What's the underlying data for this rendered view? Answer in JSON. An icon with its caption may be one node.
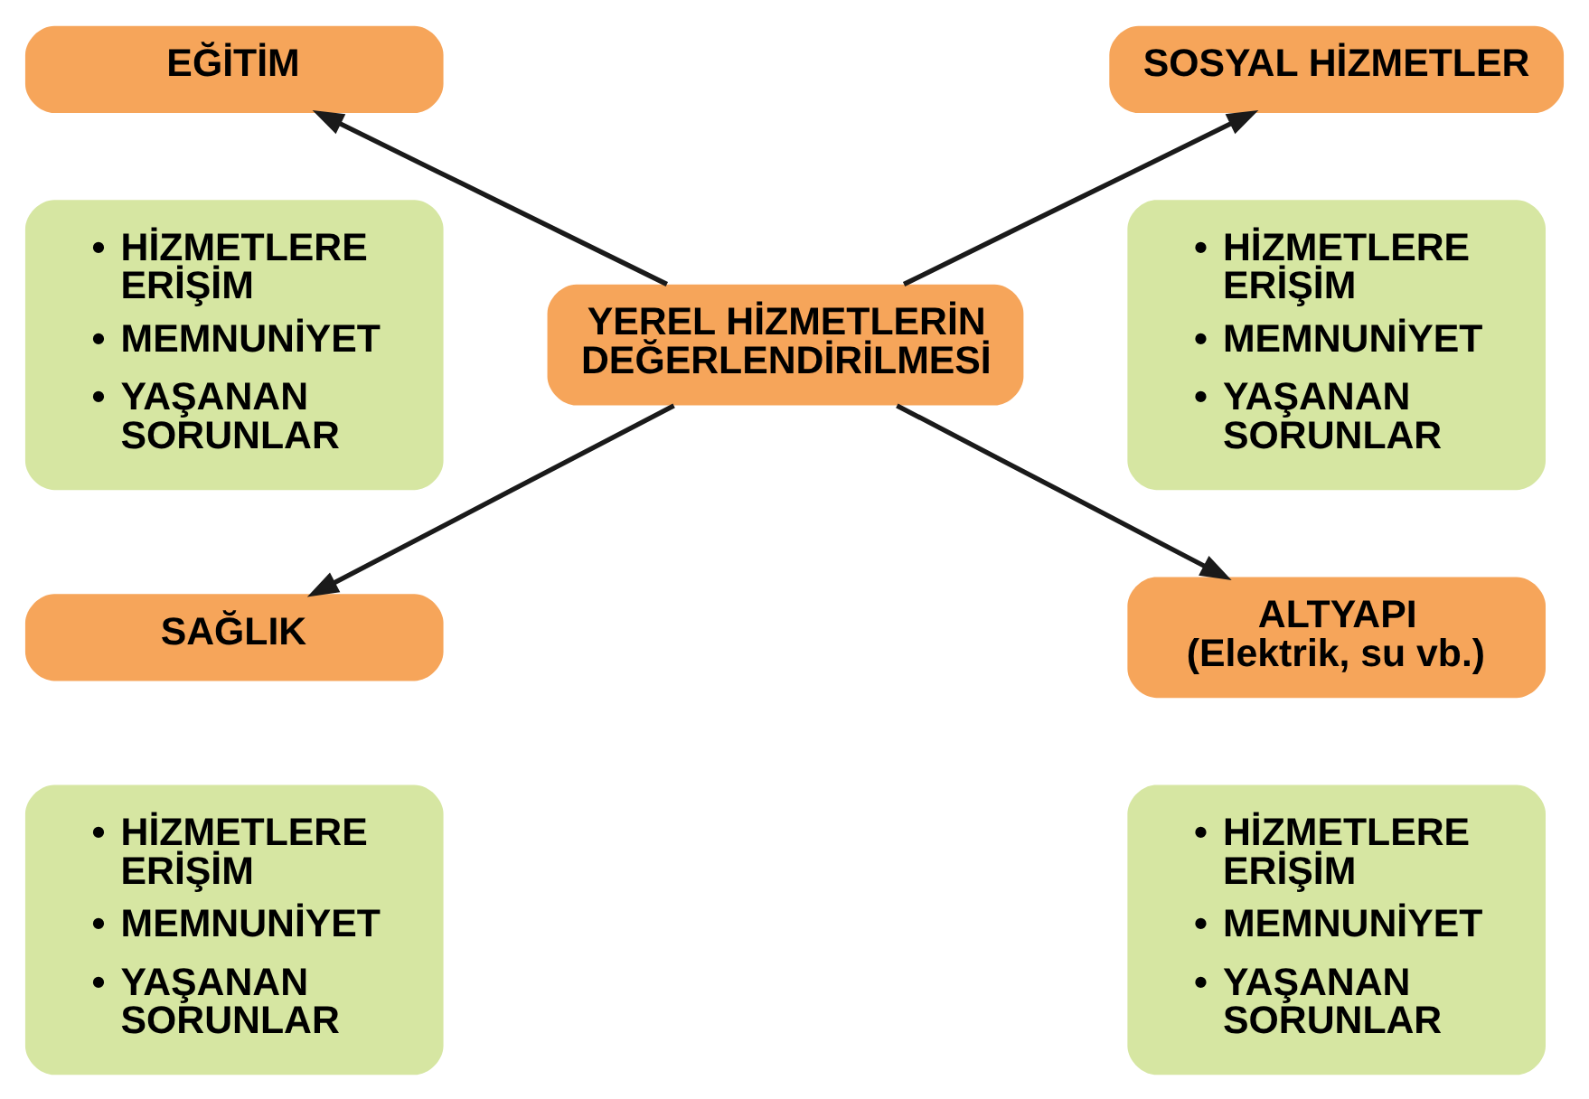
{
  "diagram": {
    "nodes": [
      {
        "text": [
          "EĞİTİM"
        ]
      },
      {
        "text": [
          "• HİZMETLERE ERİŞİM",
          "• MEMNUNİYET",
          "• YAŞANAN SORUNLAR"
        ]
      },
      {
        "text": [
          "SOSYAL HİZMETLER"
        ]
      },
      {
        "text": [
          "• HİZMETLERE ERİŞİM",
          "• MEMNUNİYET",
          "• YAŞANAN SORUNLAR"
        ]
      },
      {
        "text": [
          "YEREL HİZMETLERİN DEĞERLENDİRİLMESİ"
        ]
      },
      {
        "text": [
          "SAĞLIK"
        ]
      },
      {
        "text": [
          "• HİZMETLERE ERİŞİM",
          "• MEMNUNİYET",
          "• YAŞANAN SORUNLAR"
        ]
      },
      {
        "text": [
          "ALTYAPI",
          "(Elektrik, su vb.)"
        ]
      },
      {
        "text": [
          "• HİZMETLERE ERİŞİM",
          "• MEMNUNİYET",
          "• YAŞANAN SORUNLAR"
        ]
      }
    ],
    "edges": [
      {
        "from": 4,
        "to": 0,
        "arrow": "to"
      },
      {
        "from": 4,
        "to": 2,
        "arrow": "to"
      },
      {
        "from": 4,
        "to": 5,
        "arrow": "to"
      },
      {
        "from": 4,
        "to": 7,
        "arrow": "to"
      }
    ]
  }
}
